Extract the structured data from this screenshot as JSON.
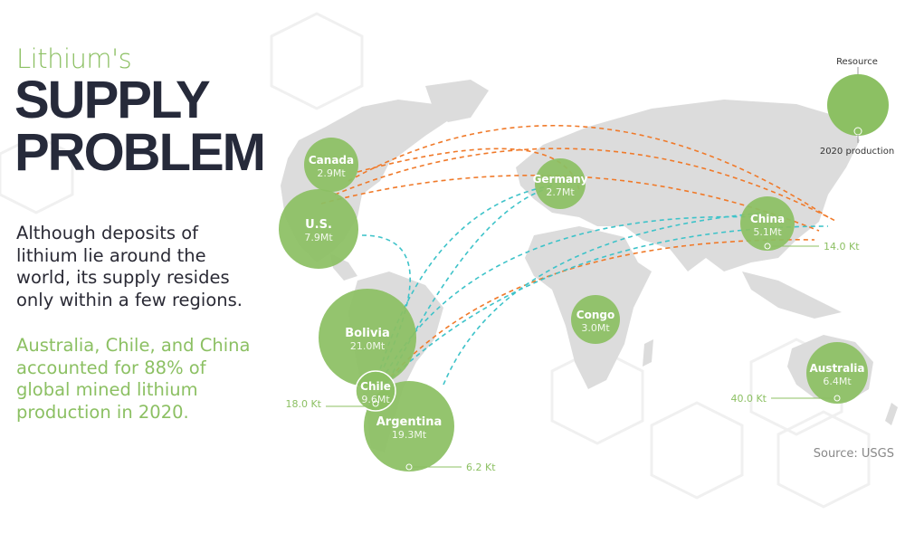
{
  "header": {
    "kicker": "Lithium's",
    "title_line1": "SUPPLY",
    "title_line2": "PROBLEM"
  },
  "intro": "Although deposits of lithium lie around the world, its supply resides only within a few regions.",
  "highlight": "Australia, Chile, and China accounted for 88% of global mined lithium production in 2020.",
  "legend": {
    "resource_label": "Resource",
    "production_label": "2020 production"
  },
  "source": "Source: USGS",
  "colors": {
    "bubble": "#8cc063",
    "land": "#dcdcdc",
    "title": "#262a3a",
    "import_route": "#f07a2a",
    "export_route": "#3ec3c9"
  },
  "countries": [
    {
      "name": "Canada",
      "resource": "2.9Mt"
    },
    {
      "name": "U.S.",
      "resource": "7.9Mt"
    },
    {
      "name": "Germany",
      "resource": "2.7Mt"
    },
    {
      "name": "China",
      "resource": "5.1Mt",
      "production": "14.0 Kt"
    },
    {
      "name": "Congo",
      "resource": "3.0Mt"
    },
    {
      "name": "Bolivia",
      "resource": "21.0Mt"
    },
    {
      "name": "Chile",
      "resource": "9.6Mt",
      "production": "18.0 Kt"
    },
    {
      "name": "Argentina",
      "resource": "19.3Mt",
      "production": "6.2 Kt"
    },
    {
      "name": "Australia",
      "resource": "6.4Mt",
      "production": "40.0 Kt"
    }
  ]
}
